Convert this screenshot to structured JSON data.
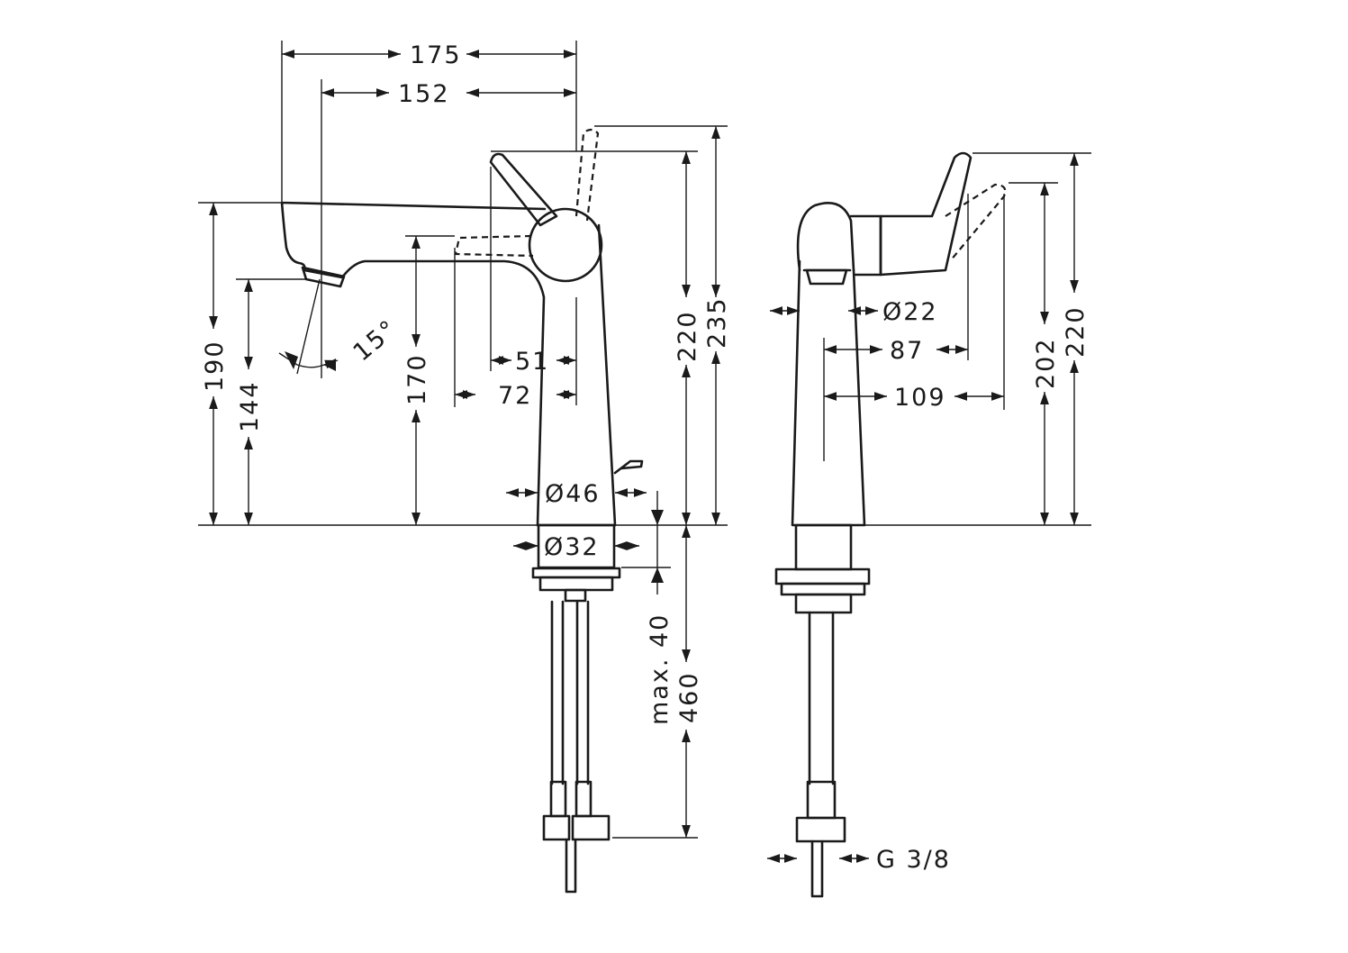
{
  "drawing": {
    "side_view": {
      "dim_overall_depth": "175",
      "dim_spout_reach": "152",
      "dim_spray_angle": "15°",
      "dim_overall_height": "190",
      "dim_spout_height": "144",
      "dim_lever_height": "170",
      "dim_lever_offset_51": "51",
      "dim_lever_offset_72": "72",
      "dim_height_220": "220",
      "dim_height_235": "235",
      "dim_body_diameter": "Ø46",
      "dim_shank_diameter": "Ø32",
      "dim_max_deck": "max. 40",
      "dim_hose_length": "460"
    },
    "front_view": {
      "dim_aerator_diameter": "Ø22",
      "dim_handle_87": "87",
      "dim_handle_109": "109",
      "dim_height_202": "202",
      "dim_height_220": "220",
      "dim_thread": "G 3/8"
    }
  }
}
